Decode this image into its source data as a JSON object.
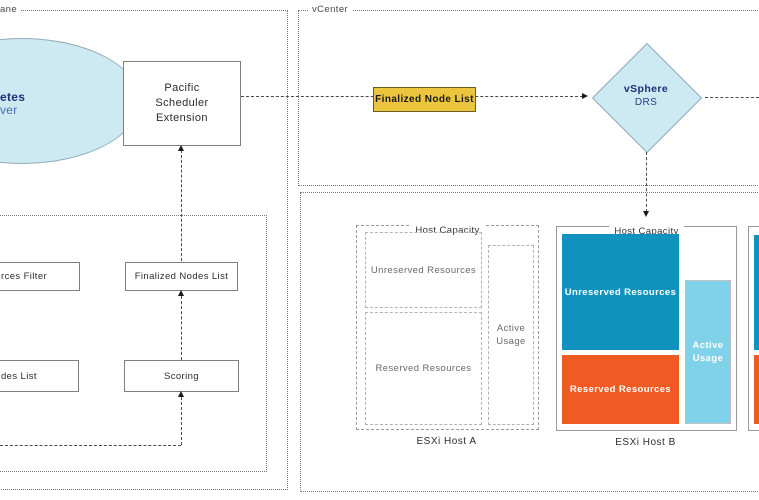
{
  "colors": {
    "panel-fill": "#CDE9F2",
    "unreserved": "#0F93BE",
    "reserved": "#F05A23",
    "active-usage": "#7FD2E9",
    "highlight-yellow": "#ECC43D"
  },
  "control_plane": {
    "label_fragment": "ane",
    "api_server": {
      "line1": "etes",
      "line2": "ver"
    },
    "pacific_scheduler": {
      "line1": "Pacific",
      "line2": "Scheduler",
      "line3": "Extension"
    },
    "pipeline": {
      "resources_filter": "rces Filter",
      "finalized_nodes_list": "Finalized Nodes List",
      "nodes_list": "des List",
      "scoring": "Scoring"
    }
  },
  "vcenter": {
    "label": "vCenter",
    "finalized_node_list": "Finalized Node List",
    "drs_line1": "vSphere",
    "drs_line2": "DRS"
  },
  "cluster": {
    "host_a": {
      "capacity": "Host Capacity",
      "unreserved": "Unreserved Resources",
      "reserved": "Reserved Resources",
      "active_line1": "Active",
      "active_line2": "Usage",
      "name": "ESXi Host A"
    },
    "host_b": {
      "capacity": "Host Capacity",
      "unreserved": "Unreserved Resources",
      "reserved": "Reserved Resources",
      "active_line1": "Active",
      "active_line2": "Usage",
      "name": "ESXi Host B"
    }
  }
}
